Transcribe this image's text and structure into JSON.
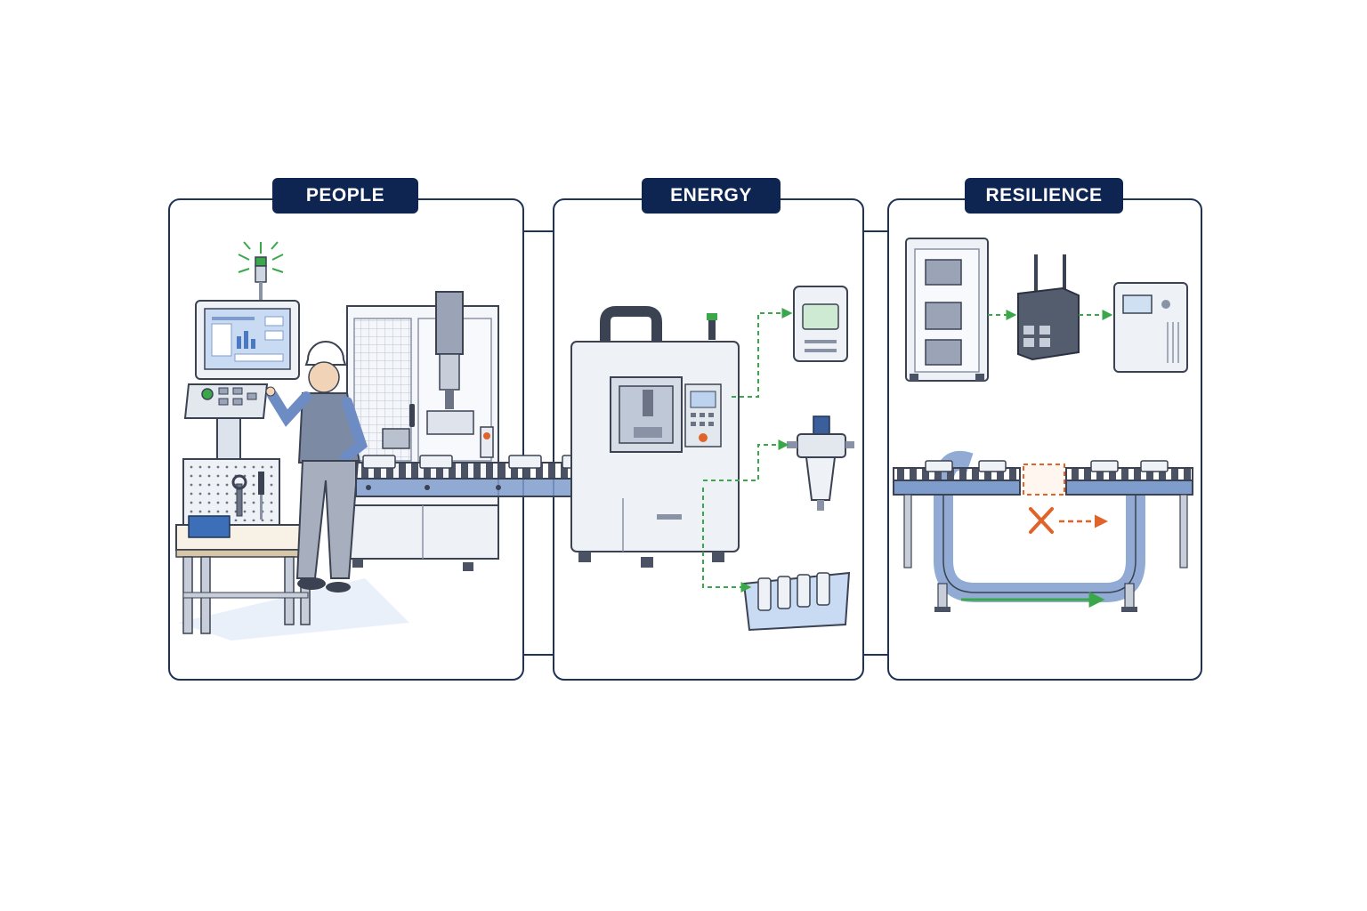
{
  "panels": {
    "people": {
      "title": "PEOPLE"
    },
    "energy": {
      "title": "ENERGY"
    },
    "resilience": {
      "title": "RESILIENCE"
    }
  },
  "colors": {
    "frame": "#1f3356",
    "title_bg": "#0e2552",
    "title_text": "#ffffff",
    "signal_green": "#3aa84a",
    "fault_orange": "#e0632a",
    "conveyor_blue": "#7e9ccc",
    "machine_grey": "#eef1f5",
    "line_dark": "#3b4252"
  },
  "icons": {
    "people": [
      "stack-light-icon",
      "hmi-screen-icon",
      "operator-icon",
      "workbench-icon",
      "wrench-icon",
      "screwdriver-icon",
      "assembly-cell-icon"
    ],
    "energy": [
      "cnc-machine-icon",
      "power-meter-icon",
      "air-filter-regulator-icon",
      "parts-tray-icon"
    ],
    "resilience": [
      "control-cabinet-icon",
      "industrial-router-icon",
      "ups-unit-icon",
      "bypass-conveyor-icon",
      "blocked-path-icon"
    ]
  }
}
